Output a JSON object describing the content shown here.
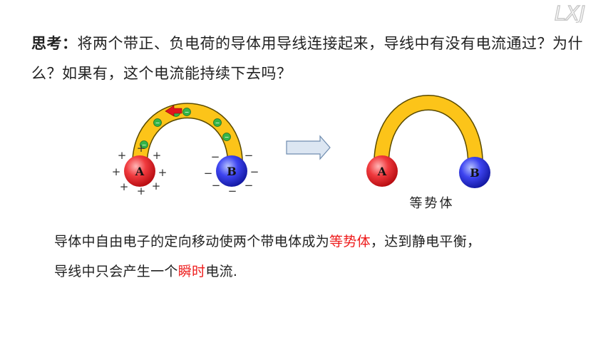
{
  "logo": {
    "text": "LXJ",
    "icon": "brand-logo-icon"
  },
  "question": {
    "label": "思考：",
    "text": "将两个带正、负电荷的导体用导线连接起来，导线中有没有电流通过？为什么？如果有，这个电流能持续下去吗？"
  },
  "diagram": {
    "left": {
      "sphere_a_label": "A",
      "sphere_b_label": "B",
      "positive_sign": "+",
      "negative_sign": "−",
      "electron_sign": "−",
      "arrow_icon": "current-direction-arrow-icon"
    },
    "transition_icon": "right-arrow-icon",
    "right": {
      "sphere_a_label": "A",
      "sphere_b_label": "B",
      "caption": "等势体"
    }
  },
  "conclusion": {
    "line1_before": "导体中自由电子的定向移动使两个带电体成为",
    "line1_highlight": "等势体",
    "line1_after": "，达到静电平衡，",
    "line2_before": "导线中只会产生一个",
    "line2_highlight": "瞬时",
    "line2_after": "电流."
  },
  "colors": {
    "wire": "#fcc419",
    "sphere_a": "#e5262b",
    "sphere_b": "#2a2ee0",
    "electron": "#35b548",
    "arrow": "#e0141e",
    "highlight": "#ee1c1c"
  }
}
